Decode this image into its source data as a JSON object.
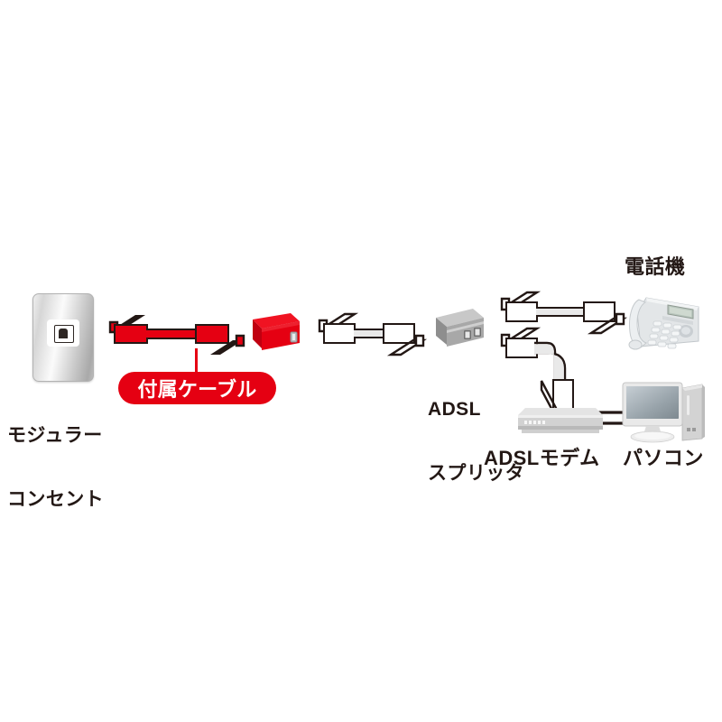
{
  "diagram": {
    "title": "ADSL connection diagram",
    "background": "#ffffff",
    "accent_red": "#e50012",
    "ink": "#231815"
  },
  "labels": {
    "modular_outlet_line1": "モジュラー",
    "modular_outlet_line2": "コンセント",
    "included_cable": "付属ケーブル",
    "adsl_splitter_line1": "ADSL",
    "adsl_splitter_line2": "スプリッタ",
    "telephone": "電話機",
    "adsl_modem": "ADSLモデム",
    "personal_computer": "パソコン"
  },
  "nodes": [
    {
      "id": "modular-outlet",
      "label": "モジュラーコンセント",
      "color": "#d6d6d6"
    },
    {
      "id": "included-cable",
      "label": "付属ケーブル",
      "color": "#e50012"
    },
    {
      "id": "red-adapter",
      "label": "",
      "color": "#e50012"
    },
    {
      "id": "white-cable",
      "label": "",
      "color": "#ffffff"
    },
    {
      "id": "adsl-splitter",
      "label": "ADSLスプリッタ",
      "color": "#9b9b9b"
    },
    {
      "id": "telephone",
      "label": "電話機",
      "color": "#e4e6e8"
    },
    {
      "id": "adsl-modem",
      "label": "ADSLモデム",
      "color": "#d8d8d8"
    },
    {
      "id": "personal-computer",
      "label": "パソコン",
      "color": "#d8d8d8"
    }
  ],
  "connections": [
    {
      "from": "modular-outlet",
      "to": "red-adapter",
      "via": "included-cable",
      "style": "red"
    },
    {
      "from": "red-adapter",
      "to": "adsl-splitter",
      "via": "white-cable",
      "style": "white"
    },
    {
      "from": "adsl-splitter",
      "to": "telephone",
      "via": "white-cable",
      "style": "white"
    },
    {
      "from": "adsl-splitter",
      "to": "adsl-modem",
      "via": "white-cable",
      "style": "white"
    },
    {
      "from": "adsl-modem",
      "to": "personal-computer",
      "via": "lan-cable",
      "style": "black"
    }
  ]
}
